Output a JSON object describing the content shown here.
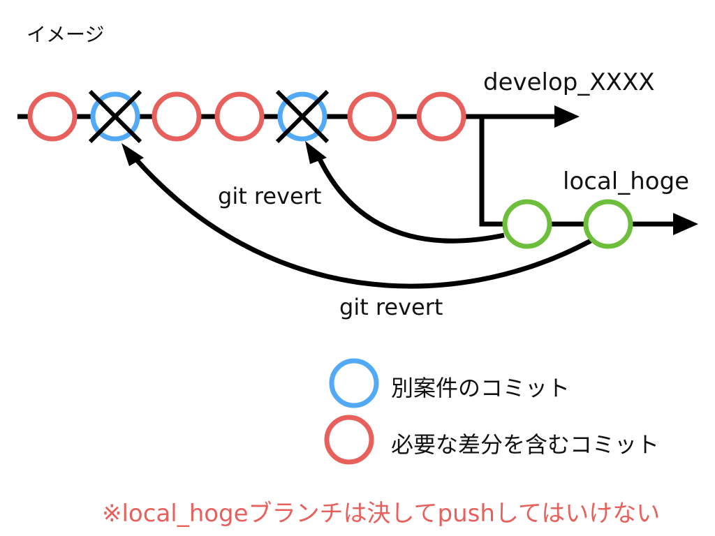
{
  "title": "イメージ",
  "branches": {
    "main": "develop_XXXX",
    "local": "local_hoge"
  },
  "arrows": {
    "revert_1": "git revert",
    "revert_2": "git revert"
  },
  "commits": {
    "main": [
      "needed",
      "other",
      "needed",
      "needed",
      "other",
      "needed",
      "needed"
    ],
    "main_reverted": [
      1,
      4
    ],
    "local": [
      "revert",
      "revert"
    ]
  },
  "legend": {
    "other_project": "別案件のコミット",
    "needed_diff": "必要な差分を含むコミット"
  },
  "warning": "※local_hogeブランチは決してpushしてはいけない",
  "colors": {
    "needed": "#E8605C",
    "other": "#52A9F5",
    "local": "#6DBF3B",
    "line": "#000000",
    "warning": "#E8605C"
  }
}
